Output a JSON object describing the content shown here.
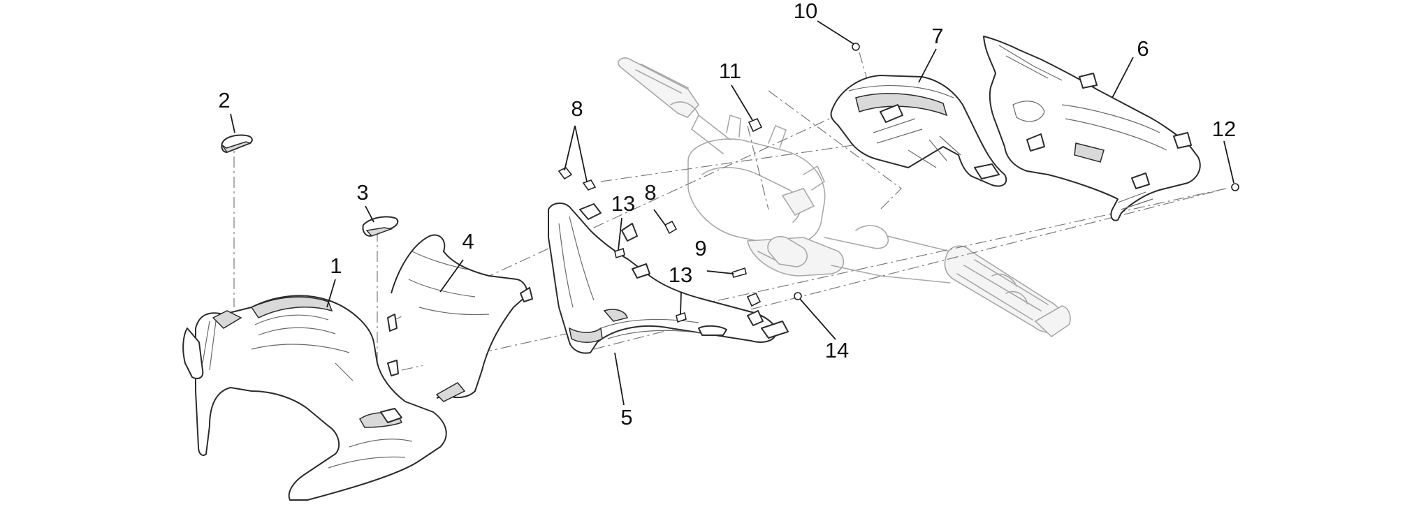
{
  "diagram": {
    "callouts": [
      {
        "id": "c1",
        "text": "1"
      },
      {
        "id": "c2",
        "text": "2"
      },
      {
        "id": "c3",
        "text": "3"
      },
      {
        "id": "c4",
        "text": "4"
      },
      {
        "id": "c5",
        "text": "5"
      },
      {
        "id": "c6",
        "text": "6"
      },
      {
        "id": "c7",
        "text": "7"
      },
      {
        "id": "c8a",
        "text": "8"
      },
      {
        "id": "c8b",
        "text": "8"
      },
      {
        "id": "c9",
        "text": "9"
      },
      {
        "id": "c10",
        "text": "10"
      },
      {
        "id": "c11",
        "text": "11"
      },
      {
        "id": "c12",
        "text": "12"
      },
      {
        "id": "c13a",
        "text": "13"
      },
      {
        "id": "c13b",
        "text": "13"
      },
      {
        "id": "c14",
        "text": "14"
      }
    ]
  }
}
